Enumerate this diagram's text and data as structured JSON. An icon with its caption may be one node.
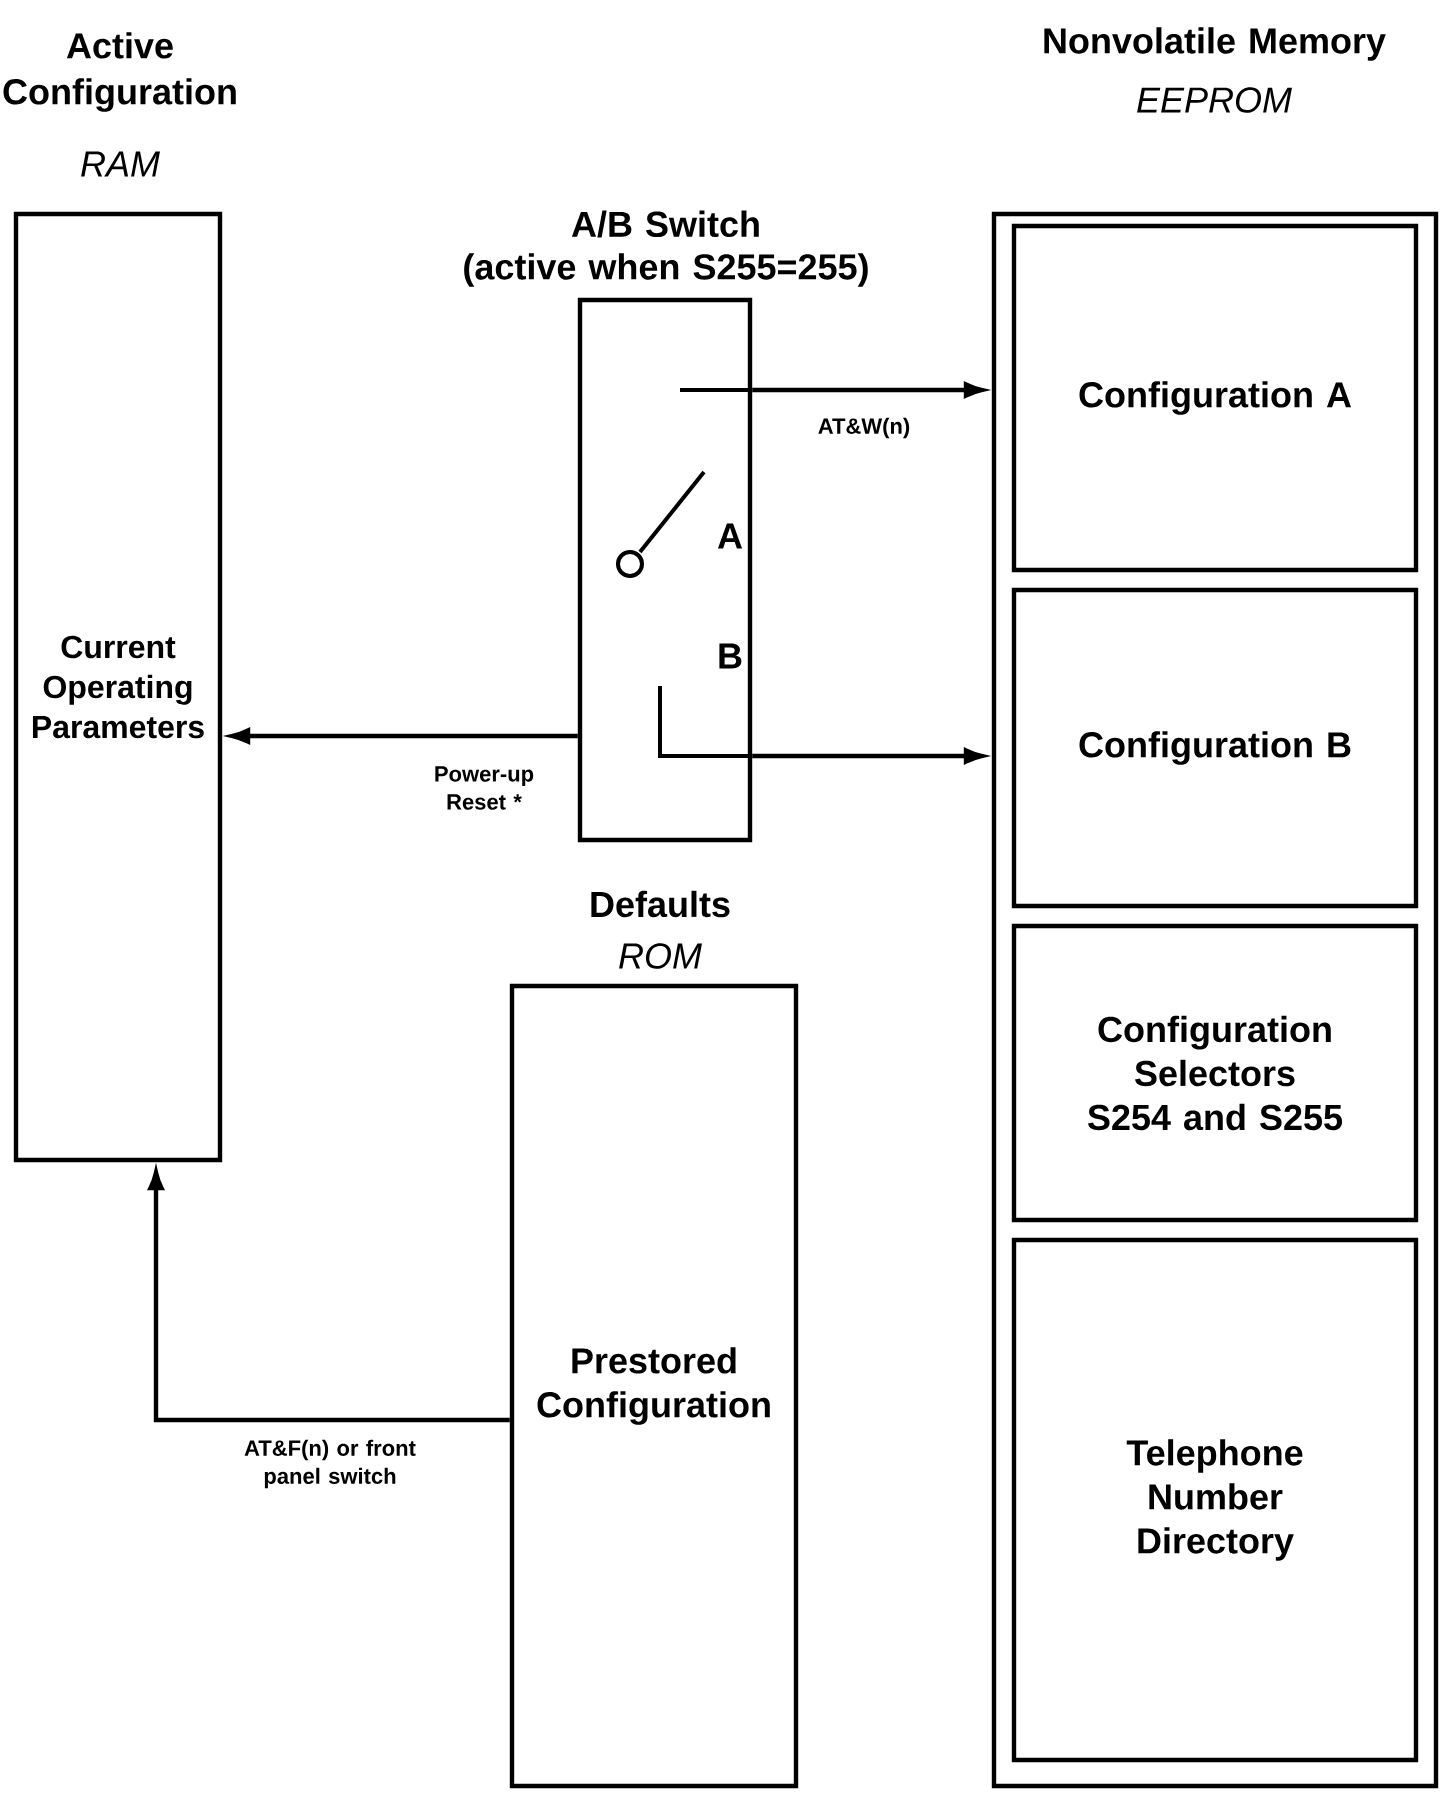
{
  "diagram": {
    "nodes": [
      {
        "text": [
          "Active Configuration",
          "RAM",
          "Current Operating Parameters"
        ]
      },
      {
        "text": [
          "A/B Switch",
          "(active when S255=255)",
          "A",
          "B"
        ]
      },
      {
        "text": [
          "Nonvolatile Memory",
          "EEPROM"
        ]
      },
      {
        "text": [
          "Configuration A"
        ],
        "in": 2
      },
      {
        "text": [
          "Configuration B"
        ],
        "in": 2
      },
      {
        "text": [
          "Configuration Selectors S254 and S255"
        ],
        "in": 2
      },
      {
        "text": [
          "Telephone Number Directory"
        ],
        "in": 2
      },
      {
        "text": [
          "Defaults",
          "ROM",
          "Prestored Configuration"
        ]
      }
    ],
    "edges": [
      {
        "from": 1,
        "to": 0,
        "arrow": "to",
        "label": "Power-up Reset *"
      },
      {
        "from": 1,
        "to": 3,
        "arrow": "to",
        "label": "AT&W(n)"
      },
      {
        "from": 1,
        "to": 4,
        "arrow": "to"
      },
      {
        "from": 7,
        "to": 0,
        "arrow": "to",
        "label": "AT&F(n) or front panel switch"
      }
    ]
  }
}
